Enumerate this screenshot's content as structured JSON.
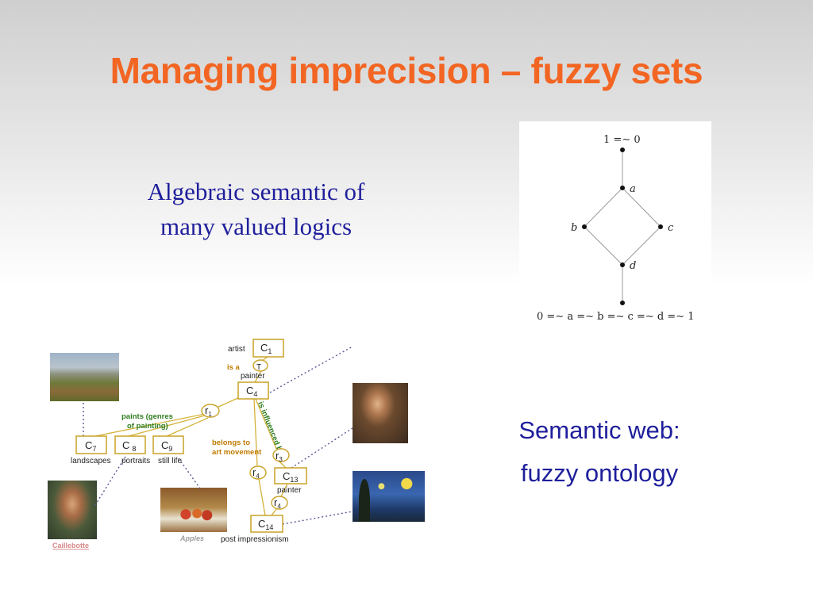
{
  "slide": {
    "title": "Managing imprecision – fuzzy sets",
    "subtitle_line1": "Algebraic semantic of",
    "subtitle_line2": "many valued logics",
    "semweb_line1": "Semantic web:",
    "semweb_line2": "fuzzy ontology"
  },
  "lattice": {
    "top": "1 =∼ 0",
    "a": "a",
    "b": "b",
    "c": "c",
    "d": "d",
    "bottom": "0 =∼ a =∼ b =∼ c =∼ d =∼ 1"
  },
  "ontology": {
    "artist_label": "artist",
    "c1": "C",
    "c1_sub": "1",
    "is_a": "is a",
    "t": "T",
    "painter_top": "painter",
    "c4": "C",
    "c4_sub": "4",
    "r1": "r",
    "r1_sub": "1",
    "paints_line1": "paints (genres",
    "paints_line2": "of painting)",
    "is_influenced_by": "is influenced by",
    "belongs_line1": "belongs to",
    "belongs_line2": "art movement",
    "r3": "r",
    "r3_sub": "3",
    "r4a": "r",
    "r4a_sub": "4",
    "c13": "C",
    "c13_sub": "13",
    "painter_bottom": "painter",
    "r4b": "r",
    "r4b_sub": "4",
    "c14": "C",
    "c14_sub": "14",
    "post_impressionism": "post impressionism",
    "c7": "C",
    "c7_sub": "7",
    "c8": "C",
    "c8_sub": "8",
    "c9": "C",
    "c9_sub": "9",
    "landscapes": "landscapes",
    "portraits": "portraits",
    "still_life": "still life",
    "caillebotte": "Caillebotte",
    "apples": "Apples"
  },
  "colors": {
    "title": "#f26522",
    "body_text": "#1f1f9c",
    "node_border": "#c9a227",
    "relation_green": "#2e7d1e",
    "relation_orange": "#c07a00",
    "dotted": "#5a5a9a"
  }
}
